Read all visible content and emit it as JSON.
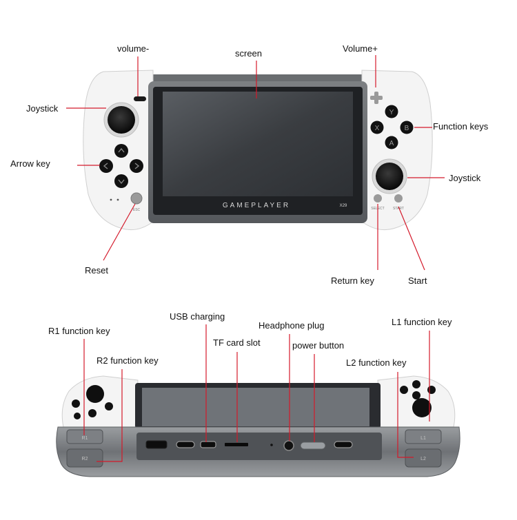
{
  "top_view": {
    "labels": {
      "volume_minus": "volume-",
      "screen": "screen",
      "volume_plus": "Volume+",
      "joystick_left": "Joystick",
      "function_keys": "Function keys",
      "arrow_key": "Arrow key",
      "joystick_right": "Joystick",
      "reset": "Reset",
      "return_key": "Return key",
      "start": "Start"
    },
    "device_text": {
      "brand": "GAMEPLAYER",
      "model": "X29",
      "select": "SELECT",
      "start": "START",
      "esc": "ESC",
      "face_y": "Y",
      "face_x": "X",
      "face_b": "B",
      "face_a": "A"
    }
  },
  "bottom_view": {
    "labels": {
      "usb_charging": "USB charging",
      "headphone_plug": "Headphone plug",
      "l1_function_key": "L1 function key",
      "r1_function_key": "R1 function key",
      "tf_card_slot": "TF card slot",
      "power_button": "power button",
      "r2_function_key": "R2 function key",
      "l2_function_key": "L2 function key"
    },
    "device_text": {
      "r1": "R1",
      "r2": "R2",
      "l1": "L1",
      "l2": "L2"
    }
  },
  "colors": {
    "leader_line": "#d4192a",
    "shell_white": "#f4f4f4",
    "frame_gray": "#8f9295",
    "screen_dark": "#3c3f43",
    "button_black": "#141414",
    "label_text": "#111111"
  }
}
